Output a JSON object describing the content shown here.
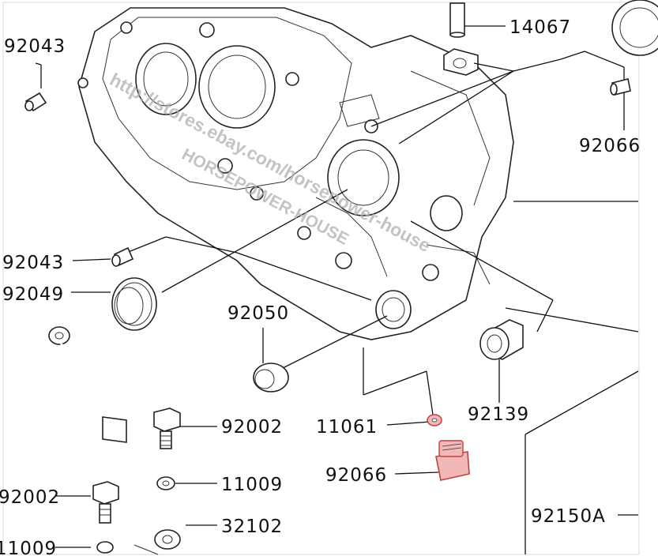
{
  "diagram": {
    "labels": {
      "p92043_top": "92043",
      "p14067": "14067",
      "p92066_right": "92066",
      "p92043_mid": "92043",
      "p92049": "92049",
      "p92050": "92050",
      "p92139": "92139",
      "p92002": "92002",
      "p11061": "11061",
      "p92066": "92066",
      "p92002_left": "92002",
      "p11009": "11009",
      "p32102": "32102",
      "p92150A": "92150A",
      "p11009_left": "11009"
    },
    "watermark": {
      "url_line": "http://stores.ebay.com/horsepower-house",
      "brand": "HORSEPOWER-HOUSE"
    },
    "colors": {
      "highlight_fill": "#f2b8b8",
      "highlight_stroke": "#c04040"
    }
  }
}
